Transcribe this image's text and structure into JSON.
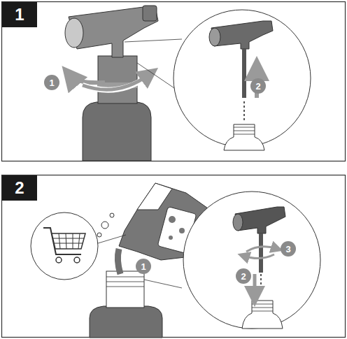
{
  "diagram": {
    "nodes": [
      {
        "text": [
          "1"
        ]
      },
      {
        "text": [
          "1"
        ]
      },
      {
        "text": [
          "2"
        ]
      },
      {
        "text": [
          "2"
        ]
      },
      {
        "text": [
          "1"
        ]
      },
      {
        "text": [
          "2"
        ]
      },
      {
        "text": [
          "3"
        ]
      }
    ]
  }
}
